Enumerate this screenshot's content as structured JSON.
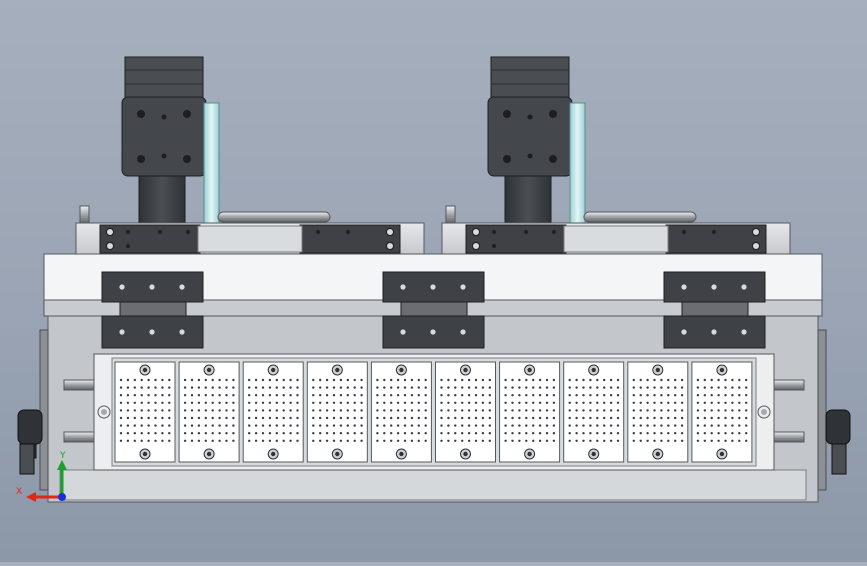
{
  "viewport": {
    "background_top": "#a6afbd",
    "background_bottom": "#8c97a8"
  },
  "model": {
    "motor_count": 2,
    "hinge_count": 3,
    "probe_block_count": 10,
    "probe_rows_per_block": 9,
    "probe_cols_per_block": 8,
    "metal_color": "#d0d3d7",
    "dark_part_color": "#3a3d41",
    "glass_color": "#bfe3e6"
  },
  "triad": {
    "x_label": "X",
    "y_label": "Y",
    "x_color": "#e0261b",
    "y_color": "#1aa02c",
    "z_color": "#1c2fd6"
  }
}
